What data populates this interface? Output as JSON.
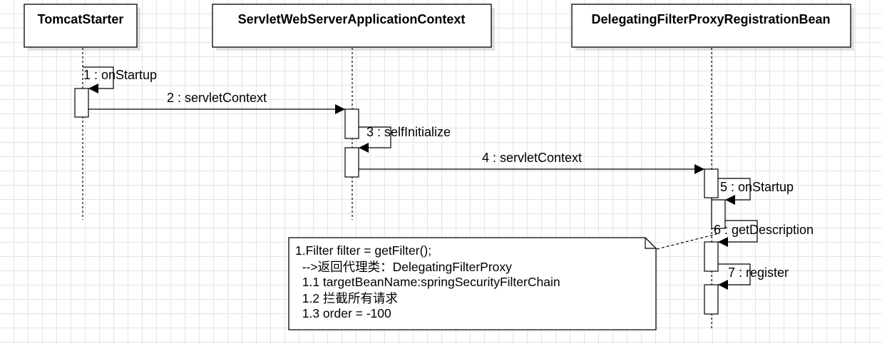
{
  "participants": [
    {
      "name": "TomcatStarter"
    },
    {
      "name": "ServletWebServerApplicationContext"
    },
    {
      "name": "DelegatingFilterProxyRegistrationBean"
    }
  ],
  "messages": [
    {
      "label": "1 : onStartup"
    },
    {
      "label": "2 : servletContext"
    },
    {
      "label": "3 : selfInitialize"
    },
    {
      "label": "4 : servletContext"
    },
    {
      "label": "5 : onStartup"
    },
    {
      "label": "6 : getDescription"
    },
    {
      "label": "7 : register"
    }
  ],
  "note": {
    "lines": [
      "1.Filter filter = getFilter();",
      "  -->返回代理类：DelegatingFilterProxy",
      "  1.1 targetBeanName:springSecurityFilterChain",
      "  1.2 拦截所有请求",
      "  1.3 order = -100"
    ]
  }
}
